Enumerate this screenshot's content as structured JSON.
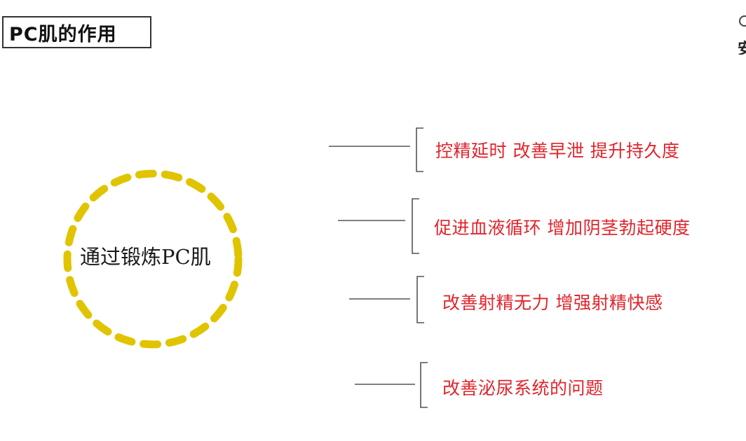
{
  "title": "PC肌的作用",
  "center_label": "通过锻炼PC肌",
  "corner_partial_text": "安",
  "benefits": [
    "控精延时 改善早泄 提升持久度",
    "促进血液循环 增加阴茎勃起硬度",
    "改善射精无力 增强射精快感",
    "改善泌尿系统的问题"
  ],
  "colors": {
    "benefit_text": "#e0242c",
    "circle_dash": "#e0c400",
    "connector": "#555555"
  }
}
